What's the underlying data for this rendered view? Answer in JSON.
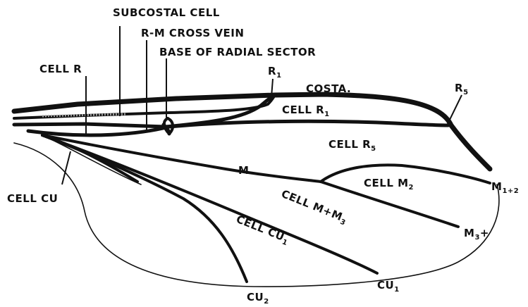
{
  "labels": {
    "subcostal_cell": "SUBCOSTAL CELL",
    "rm_cross_vein": "R-M CROSS VEIN",
    "base_radial_sector": "BASE OF RADIAL SECTOR",
    "cell_r": "CELL R",
    "r1": {
      "main": "R",
      "sub": "1"
    },
    "costa": "COSTA.",
    "r5": {
      "main": "R",
      "sub": "5"
    },
    "cell_r1": {
      "main": "CELL R",
      "sub": "1"
    },
    "cell_r5": {
      "main": "CELL R",
      "sub": "5"
    },
    "m": "M",
    "cell_m2": {
      "main": "CELL M",
      "sub": "2"
    },
    "m1_2": {
      "main": "M",
      "sub": "1+2"
    },
    "cell_cu": "CELL CU",
    "cell_m_m3": {
      "main": "CELL M+M",
      "sub": "3"
    },
    "cell_cu1": {
      "main": "CELL CU",
      "sub": "1"
    },
    "m3": {
      "main": "M",
      "sub": "3",
      "suffix": "+"
    },
    "cu1": {
      "main": "CU",
      "sub": "1"
    },
    "cu2": {
      "main": "CU",
      "sub": "2"
    }
  }
}
